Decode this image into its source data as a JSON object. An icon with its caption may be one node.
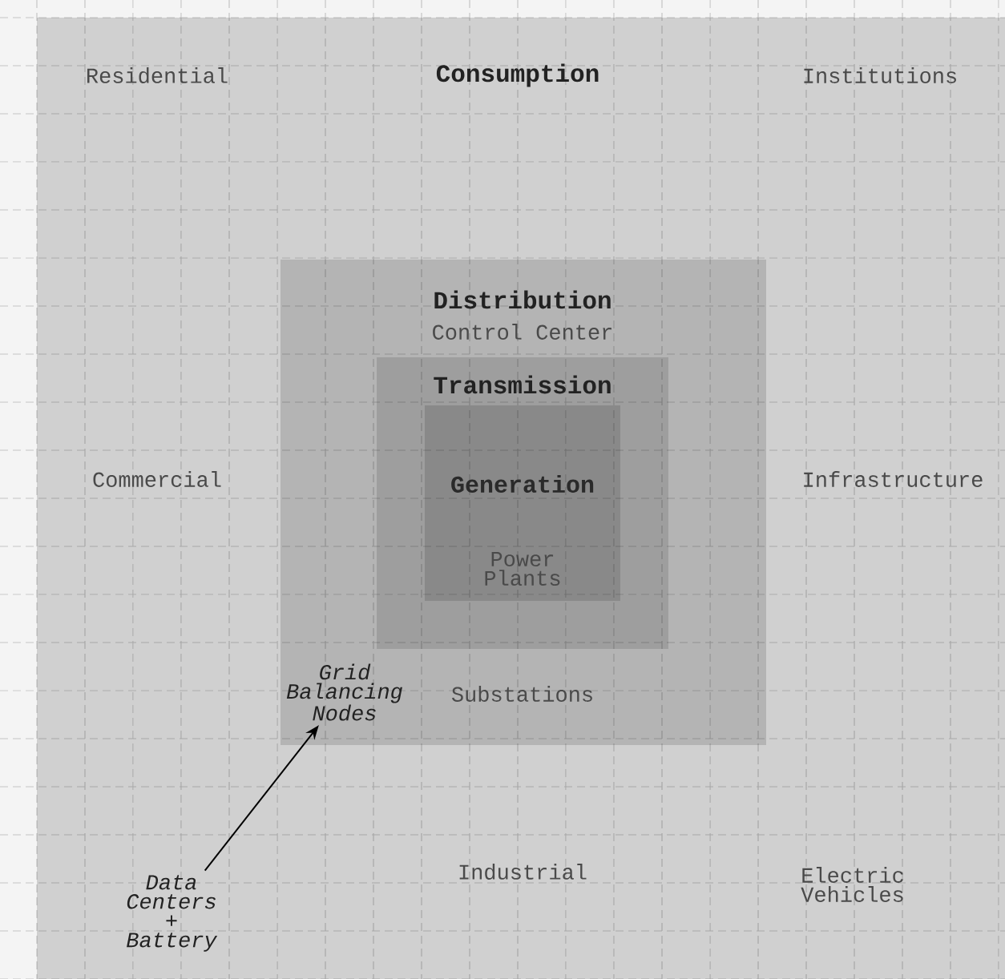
{
  "diagram": {
    "nodes": [
      {
        "text": [
          "Residential",
          "Consumption",
          "Institutions",
          "Commercial",
          "Infrastructure",
          "Industrial",
          "Electric Vehicles"
        ]
      },
      {
        "text": [
          "Distribution",
          "Control Center",
          "Substations"
        ],
        "in": 0
      },
      {
        "text": [
          "Transmission"
        ],
        "in": 1
      },
      {
        "text": [
          "Generation",
          "Power Plants"
        ],
        "in": 2
      },
      {
        "text": [
          "Grid Balancing Nodes"
        ],
        "in": 1
      },
      {
        "text": [
          "Data Centers + Battery"
        ],
        "in": 0
      }
    ],
    "edges": [
      {
        "from": 5,
        "to": 4,
        "arrow": "to"
      }
    ]
  }
}
